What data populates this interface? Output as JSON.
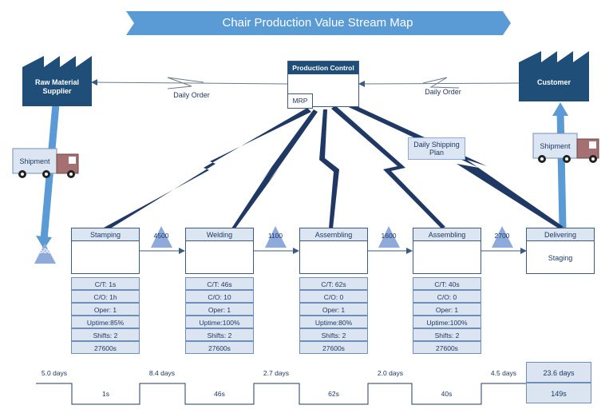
{
  "title": "Chair Production Value Stream Map",
  "supplier": {
    "line1": "Raw Material",
    "line2": "Supplier"
  },
  "customer": {
    "label": "Customer"
  },
  "production_control": {
    "title": "Production Control",
    "mrp": "MRP"
  },
  "daily_order_left": "Daily Order",
  "daily_order_right": "Daily Order",
  "daily_shipping_plan": {
    "line1": "Daily Shipping",
    "line2": "Plan"
  },
  "shipment_left": "Shipment",
  "shipment_right": "Shipment",
  "supplier_inventory": "500",
  "processes": [
    {
      "name": "Stamping",
      "ct": "C/T: 1s",
      "co": "C/O: 1h",
      "oper": "Oper: 1",
      "uptime": "Uptime:85%",
      "shifts": "Shifts: 2",
      "avail": "27600s"
    },
    {
      "name": "Welding",
      "ct": "C/T: 46s",
      "co": "C/O: 10",
      "oper": "Oper: 1",
      "uptime": "Uptime:100%",
      "shifts": "Shifts: 2",
      "avail": "27600s"
    },
    {
      "name": "Assembling",
      "ct": "C/T: 62s",
      "co": "C/O: 0",
      "oper": "Oper: 1",
      "uptime": "Uptime:80%",
      "shifts": "Shifts: 2",
      "avail": "27600s"
    },
    {
      "name": "Assembling",
      "ct": "C/T: 40s",
      "co": "C/O: 0",
      "oper": "Oper: 1",
      "uptime": "Uptime:100%",
      "shifts": "Shifts: 2",
      "avail": "27600s"
    }
  ],
  "delivering": {
    "name": "Delivering",
    "sub": "Staging"
  },
  "inventories": [
    "4500",
    "1100",
    "1600",
    "2700"
  ],
  "timeline": {
    "days": [
      "5.0  days",
      "8.4  days",
      "2.7  days",
      "2.0  days",
      "4.5  days"
    ],
    "process_times": [
      "1s",
      "46s",
      "62s",
      "40s"
    ],
    "total_days": "23.6 days",
    "total_time": "149s"
  }
}
